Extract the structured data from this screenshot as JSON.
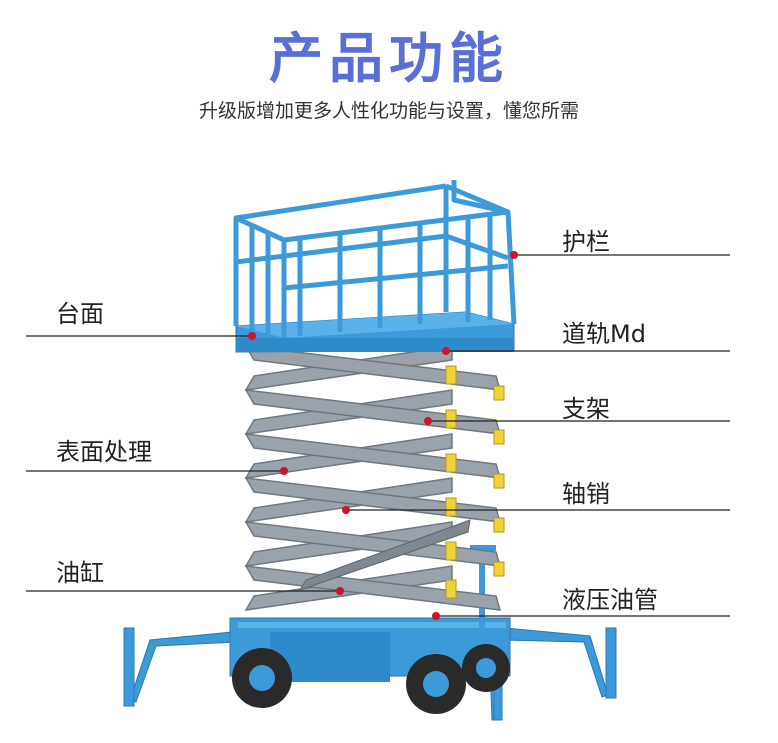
{
  "header": {
    "title": "产品功能",
    "subtitle": "升级版增加更多人性化功能与设置，懂您所需"
  },
  "labels": {
    "left": [
      "台面",
      "表面处理",
      "油缸"
    ],
    "right": [
      "护栏",
      "道轨Md",
      "支架",
      "轴销",
      "液压油管"
    ]
  },
  "colors": {
    "title": "#5a6fd6",
    "machine_blue": "#3c9ad8",
    "scissor_gray": "#9aa2ab",
    "marker_red": "#d0122a"
  }
}
